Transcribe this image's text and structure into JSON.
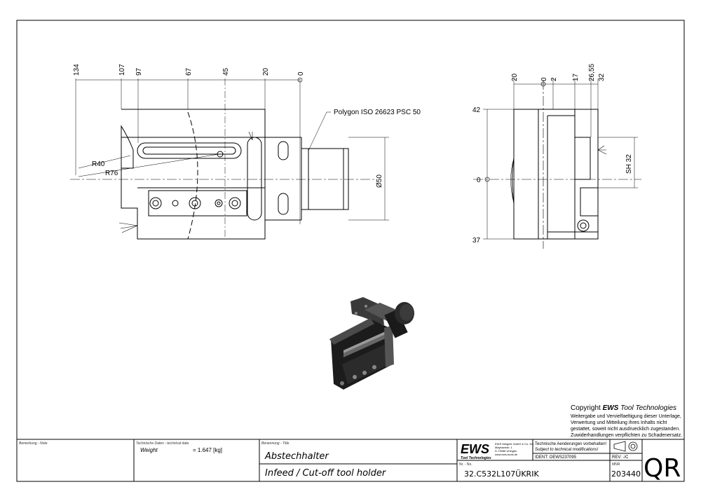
{
  "front_view": {
    "dims_top": [
      "134",
      "107",
      "97",
      "67",
      "45",
      "20",
      "0"
    ],
    "radius_labels": [
      "R40",
      "R76"
    ],
    "polygon_label": "Polygon ISO 26623 PSC 50",
    "diameter_label": "Ø50"
  },
  "side_view": {
    "dims_top": [
      "20",
      "0",
      "2",
      "17",
      "26,55",
      "32"
    ],
    "dims_left": [
      "42",
      "0",
      "37"
    ],
    "sh_label": "SH 32"
  },
  "copyright": {
    "prefix": "Copyright ",
    "brand": "EWS",
    "suffix": " Tool Technologies",
    "lines": [
      "Weitergabe und Vervielfaeltigung dieser Unterlage,",
      "Verwertung und Mitteilung ihres Inhalts nicht",
      "gestattet, soweit nicht ausdruecklich zugestanden.",
      "Zuwiderhandlungen verpflichten zu Schadenersatz."
    ]
  },
  "title_block": {
    "note_label": "Bemerkung - Note",
    "tech_label": "Technische Daten - technical data",
    "weight_label": "Weight",
    "weight_value": "=  1.647 [kg]",
    "title_label": "Benennung - Title",
    "title_de": "Abstechhalter",
    "title_en": "Infeed / Cut-off tool holder",
    "logo_text": "EWS",
    "logo_sub": "Tool Technologies",
    "company_lines": [
      "EWS Weigele GmbH & Co. KG",
      "Maybachstr. 1",
      "D-73066 Uhingen",
      "www.ews-tools.de"
    ],
    "tech_change_de": "Technische Aenderungen vorbehalten!",
    "tech_change_en": "Subject to technical modifications!",
    "ident": "IDENT: OEWS237095",
    "rev": "REV: -/C",
    "nr_label": "Nr. - No.",
    "part_no": "32.C532L107ÜKRIK",
    "mnr_label": "MNR",
    "mnr": "203440",
    "qr": "QR"
  }
}
